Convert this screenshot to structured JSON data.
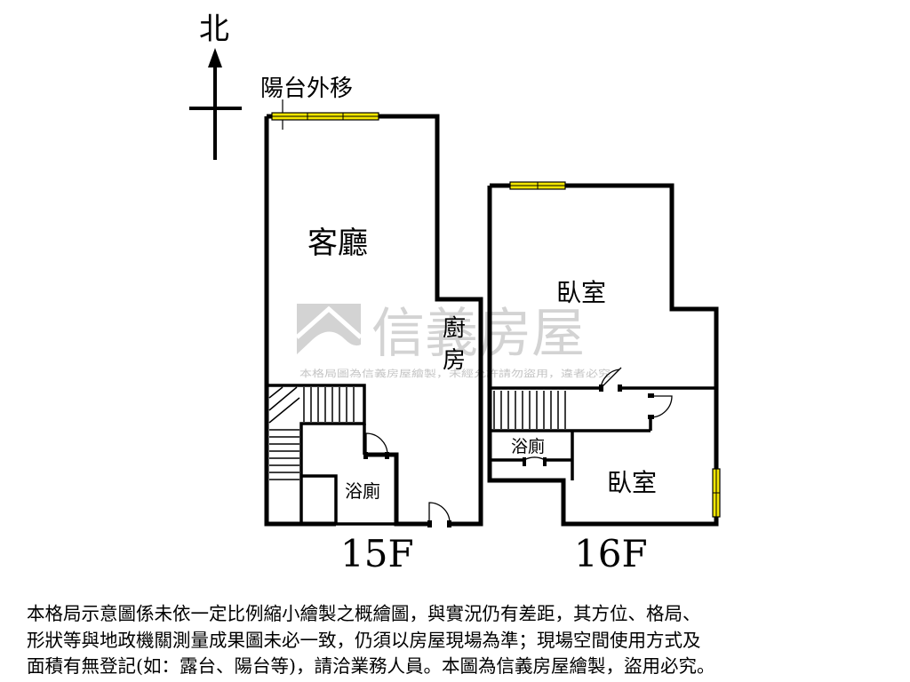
{
  "compass": {
    "north_label": "北"
  },
  "balcony_note": "陽台外移",
  "floors": [
    {
      "id": "15F",
      "label": "15F",
      "rooms": {
        "living": "客廳",
        "kitchen_line1": "廚",
        "kitchen_line2": "房",
        "bath": "浴廁"
      }
    },
    {
      "id": "16F",
      "label": "16F",
      "rooms": {
        "bedroom_top": "臥室",
        "bath": "浴廁",
        "bedroom_bottom": "臥室"
      }
    }
  ],
  "watermark": {
    "brand": "信義房屋",
    "notice": "本格局圖為信義房屋繪製，未經允許請勿盜用，違者必究"
  },
  "disclaimer": [
    "本格局示意圖係未依一定比例縮小繪製之概繪圖，與實況仍有差距，其方位、格局、",
    "形狀等與地政機關測量成果圖未必一致，仍須以房屋現場為準；現場空間使用方式及",
    "面積有無登記(如：露台、陽台等)，請洽業務人員。本圖為信義房屋繪製，盜用必究。"
  ],
  "colors": {
    "wall": "#000000",
    "window": "#f3e600",
    "watermark": "#d3d3d3"
  }
}
